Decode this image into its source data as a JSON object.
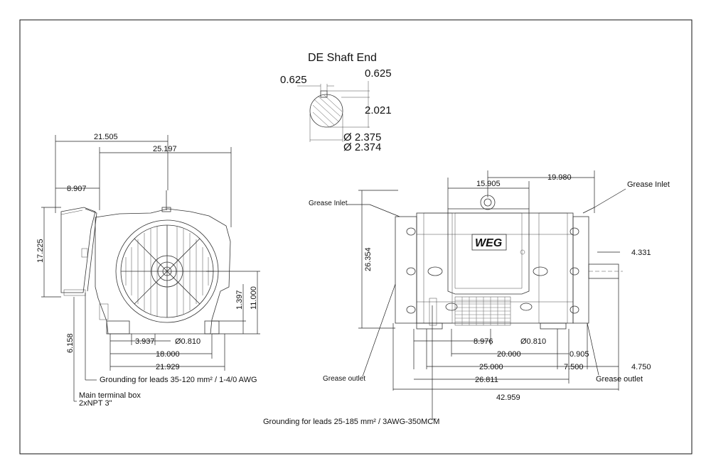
{
  "shaft_end": {
    "title": "DE Shaft End",
    "key_width": "0.625",
    "key_height": "0.625",
    "key_depth": "2.021",
    "dia_max": "Ø 2.375",
    "dia_min": "Ø 2.374"
  },
  "front_view": {
    "overall_width": "21.505",
    "frame_width": "25.197",
    "box_offset": "8.907",
    "box_height": "17.225",
    "shaft_height": "11.000",
    "foot_height": "1.397",
    "box_bottom": "6.158",
    "foot_inner": "3.937",
    "hole_dia": "Ø0.810",
    "foot_span": "18.000",
    "base_width": "21.929",
    "grounding_note": "Grounding for leads 35-120 mm² / 1-4/0 AWG",
    "terminal_box_line1": "Main terminal box",
    "terminal_box_line2": "2xNPT 3\""
  },
  "side_view": {
    "grease_inlet_left": "Grease Inlet",
    "grease_inlet_right": "Grease Inlet",
    "grease_outlet_left": "Grease outlet",
    "grease_outlet_right": "Grease outlet",
    "top_width": "15.905",
    "top_offset": "19.980",
    "height": "26.354",
    "shaft_dia": "4.331",
    "dim_8976": "8.976",
    "hole_dia": "Ø0.810",
    "dim_20000": "20.000",
    "dim_0905": "0.905",
    "dim_25000": "25.000",
    "dim_7500": "7.500",
    "dim_4750": "4.750",
    "dim_26811": "26.811",
    "overall_length": "42.959",
    "grounding_note": "Grounding for leads 25-185 mm² / 3AWG-350MCM",
    "logo": "WEG"
  }
}
